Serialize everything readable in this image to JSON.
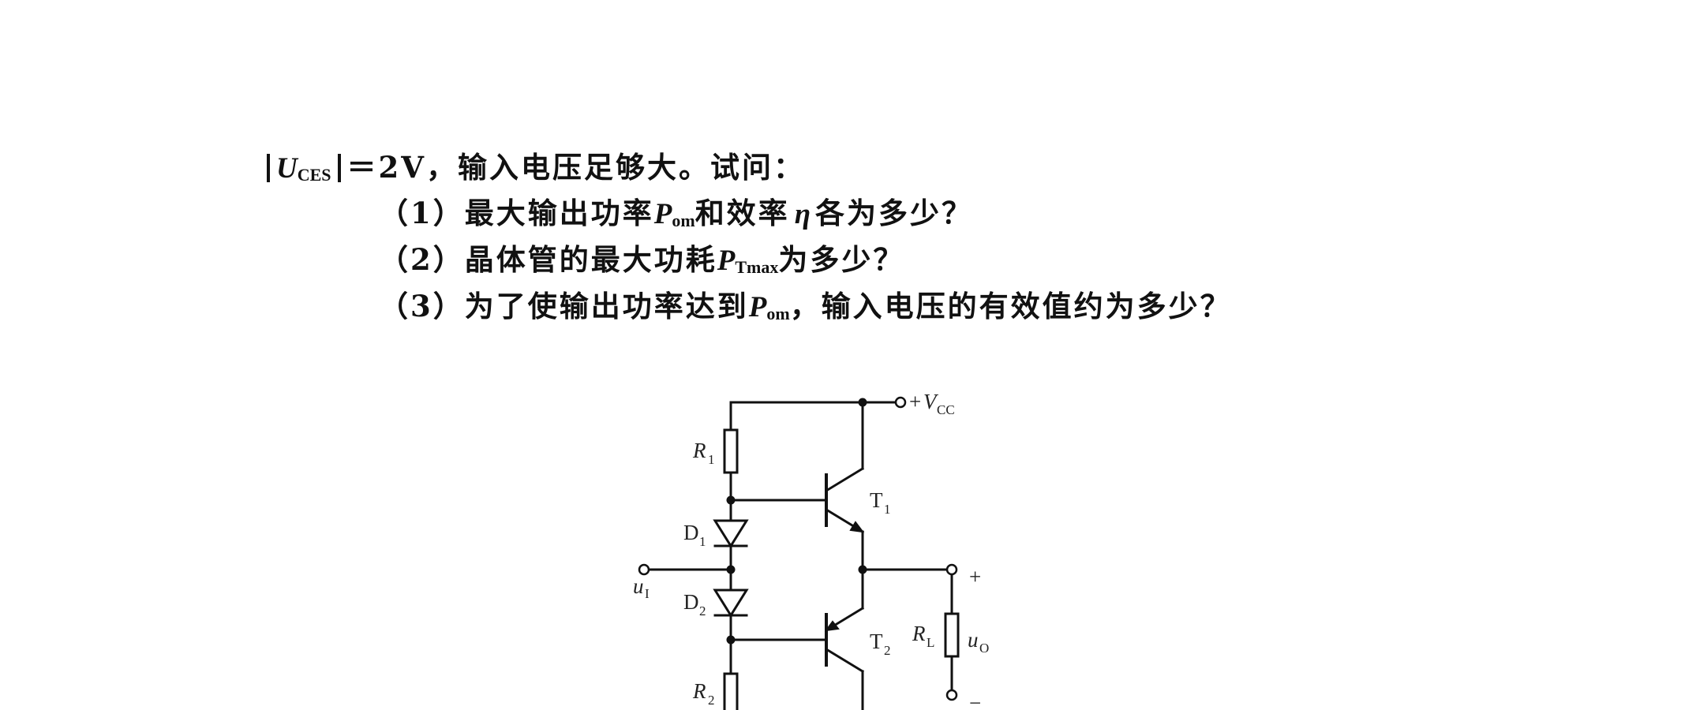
{
  "problem": {
    "line0": {
      "var": "U",
      "var_sub": "CES",
      "rest": "＝2V，输入电压足够大。试问："
    },
    "q1": {
      "a": "（1）最大输出功率",
      "p": "P",
      "p_sub": "om",
      "b": "和效率",
      "eta": "η",
      "c": "各为多少？"
    },
    "q2": {
      "a": "（2）晶体管的最大功耗",
      "p": "P",
      "p_sub": "Tmax",
      "b": "为多少？"
    },
    "q3": {
      "a": "（3）为了使输出功率达到",
      "p": "P",
      "p_sub": "om",
      "b": "，输入电压的有效值约为多少？"
    }
  },
  "circuit": {
    "vcc_sign": "+",
    "vcc": "V",
    "vcc_sub": "CC",
    "r1": "R",
    "r1_sub": "1",
    "r2": "R",
    "r2_sub": "2",
    "d1": "D",
    "d1_sub": "1",
    "d2": "D",
    "d2_sub": "2",
    "t1": "T",
    "t1_sub": "1",
    "t2": "T",
    "t2_sub": "2",
    "rl": "R",
    "rl_sub": "L",
    "ui": "u",
    "ui_sub": "I",
    "uo": "u",
    "uo_sub": "O",
    "plus": "+",
    "minus": "−"
  }
}
